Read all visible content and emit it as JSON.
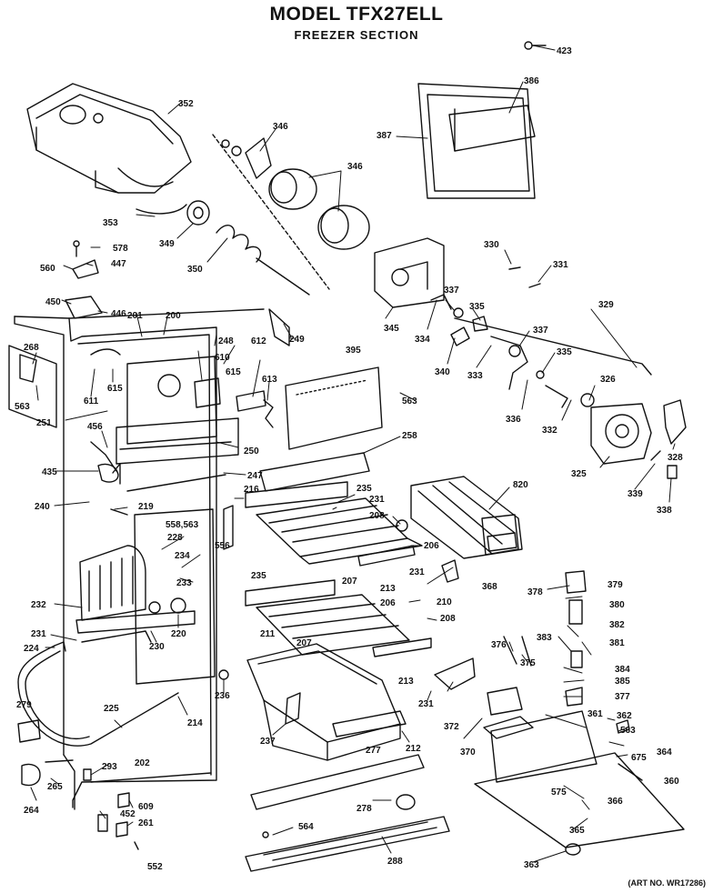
{
  "header": {
    "model": "MODEL TFX27ELL",
    "section": "FREEZER SECTION"
  },
  "footer": {
    "art_no": "(ART NO. WR17286)"
  },
  "callouts": {
    "c423": "423",
    "c352": "352",
    "c386": "386",
    "c387": "387",
    "c346a": "346",
    "c346b": "346",
    "c353": "353",
    "c349": "349",
    "c578": "578",
    "c447": "447",
    "c560": "560",
    "c350": "350",
    "c330": "330",
    "c331": "331",
    "c450": "450",
    "c446": "446",
    "c201": "201",
    "c200": "200",
    "c249": "249",
    "c345": "345",
    "c334": "334",
    "c337a": "337",
    "c335a": "335",
    "c329": "329",
    "c268": "268",
    "c248": "248",
    "c610": "610",
    "c612": "612",
    "c395": "395",
    "c340": "340",
    "c333": "333",
    "c337b": "337",
    "c335b": "335",
    "c611": "611",
    "c615a": "615",
    "c615b": "615",
    "c613": "613",
    "c563a": "563",
    "c326": "326",
    "c563b": "563",
    "c251": "251",
    "c336": "336",
    "c332": "332",
    "c456": "456",
    "c250": "250",
    "c258": "258",
    "c328": "328",
    "c325": "325",
    "c435": "435",
    "c247": "247",
    "c339": "339",
    "c338": "338",
    "c216": "216",
    "c235a": "235",
    "c231a": "231",
    "c820": "820",
    "c240": "240",
    "c219": "219",
    "c208a": "208",
    "c558": "558,563",
    "c228": "228",
    "c556": "556",
    "c206a": "206",
    "c234": "234",
    "c233": "233",
    "c207a": "207",
    "c213a": "213",
    "c231b": "231",
    "c368": "368",
    "c235b": "235",
    "c378": "378",
    "c379": "379",
    "c232": "232",
    "c210": "210",
    "c206b": "206",
    "c380": "380",
    "c220": "220",
    "c208b": "208",
    "c382": "382",
    "c211": "211",
    "c231c": "231",
    "c230": "230",
    "c207b": "207",
    "c376": "376",
    "c375": "375",
    "c383": "383",
    "c381": "381",
    "c224": "224",
    "c213b": "213",
    "c384": "384",
    "c385": "385",
    "c236": "236",
    "c377": "377",
    "c231d": "231",
    "c372": "372",
    "c279": "279",
    "c225": "225",
    "c214": "214",
    "c237": "237",
    "c212": "212",
    "c361": "361",
    "c362": "362",
    "c563c": "563",
    "c370": "370",
    "c277": "277",
    "c675": "675",
    "c364": "364",
    "c202": "202",
    "c293": "293",
    "c265": "265",
    "c360": "360",
    "c575": "575",
    "c264": "264",
    "c366": "366",
    "c278": "278",
    "c452": "452",
    "c609": "609",
    "c261": "261",
    "c564": "564",
    "c365": "365",
    "c288": "288",
    "c552": "552",
    "c363": "363"
  }
}
